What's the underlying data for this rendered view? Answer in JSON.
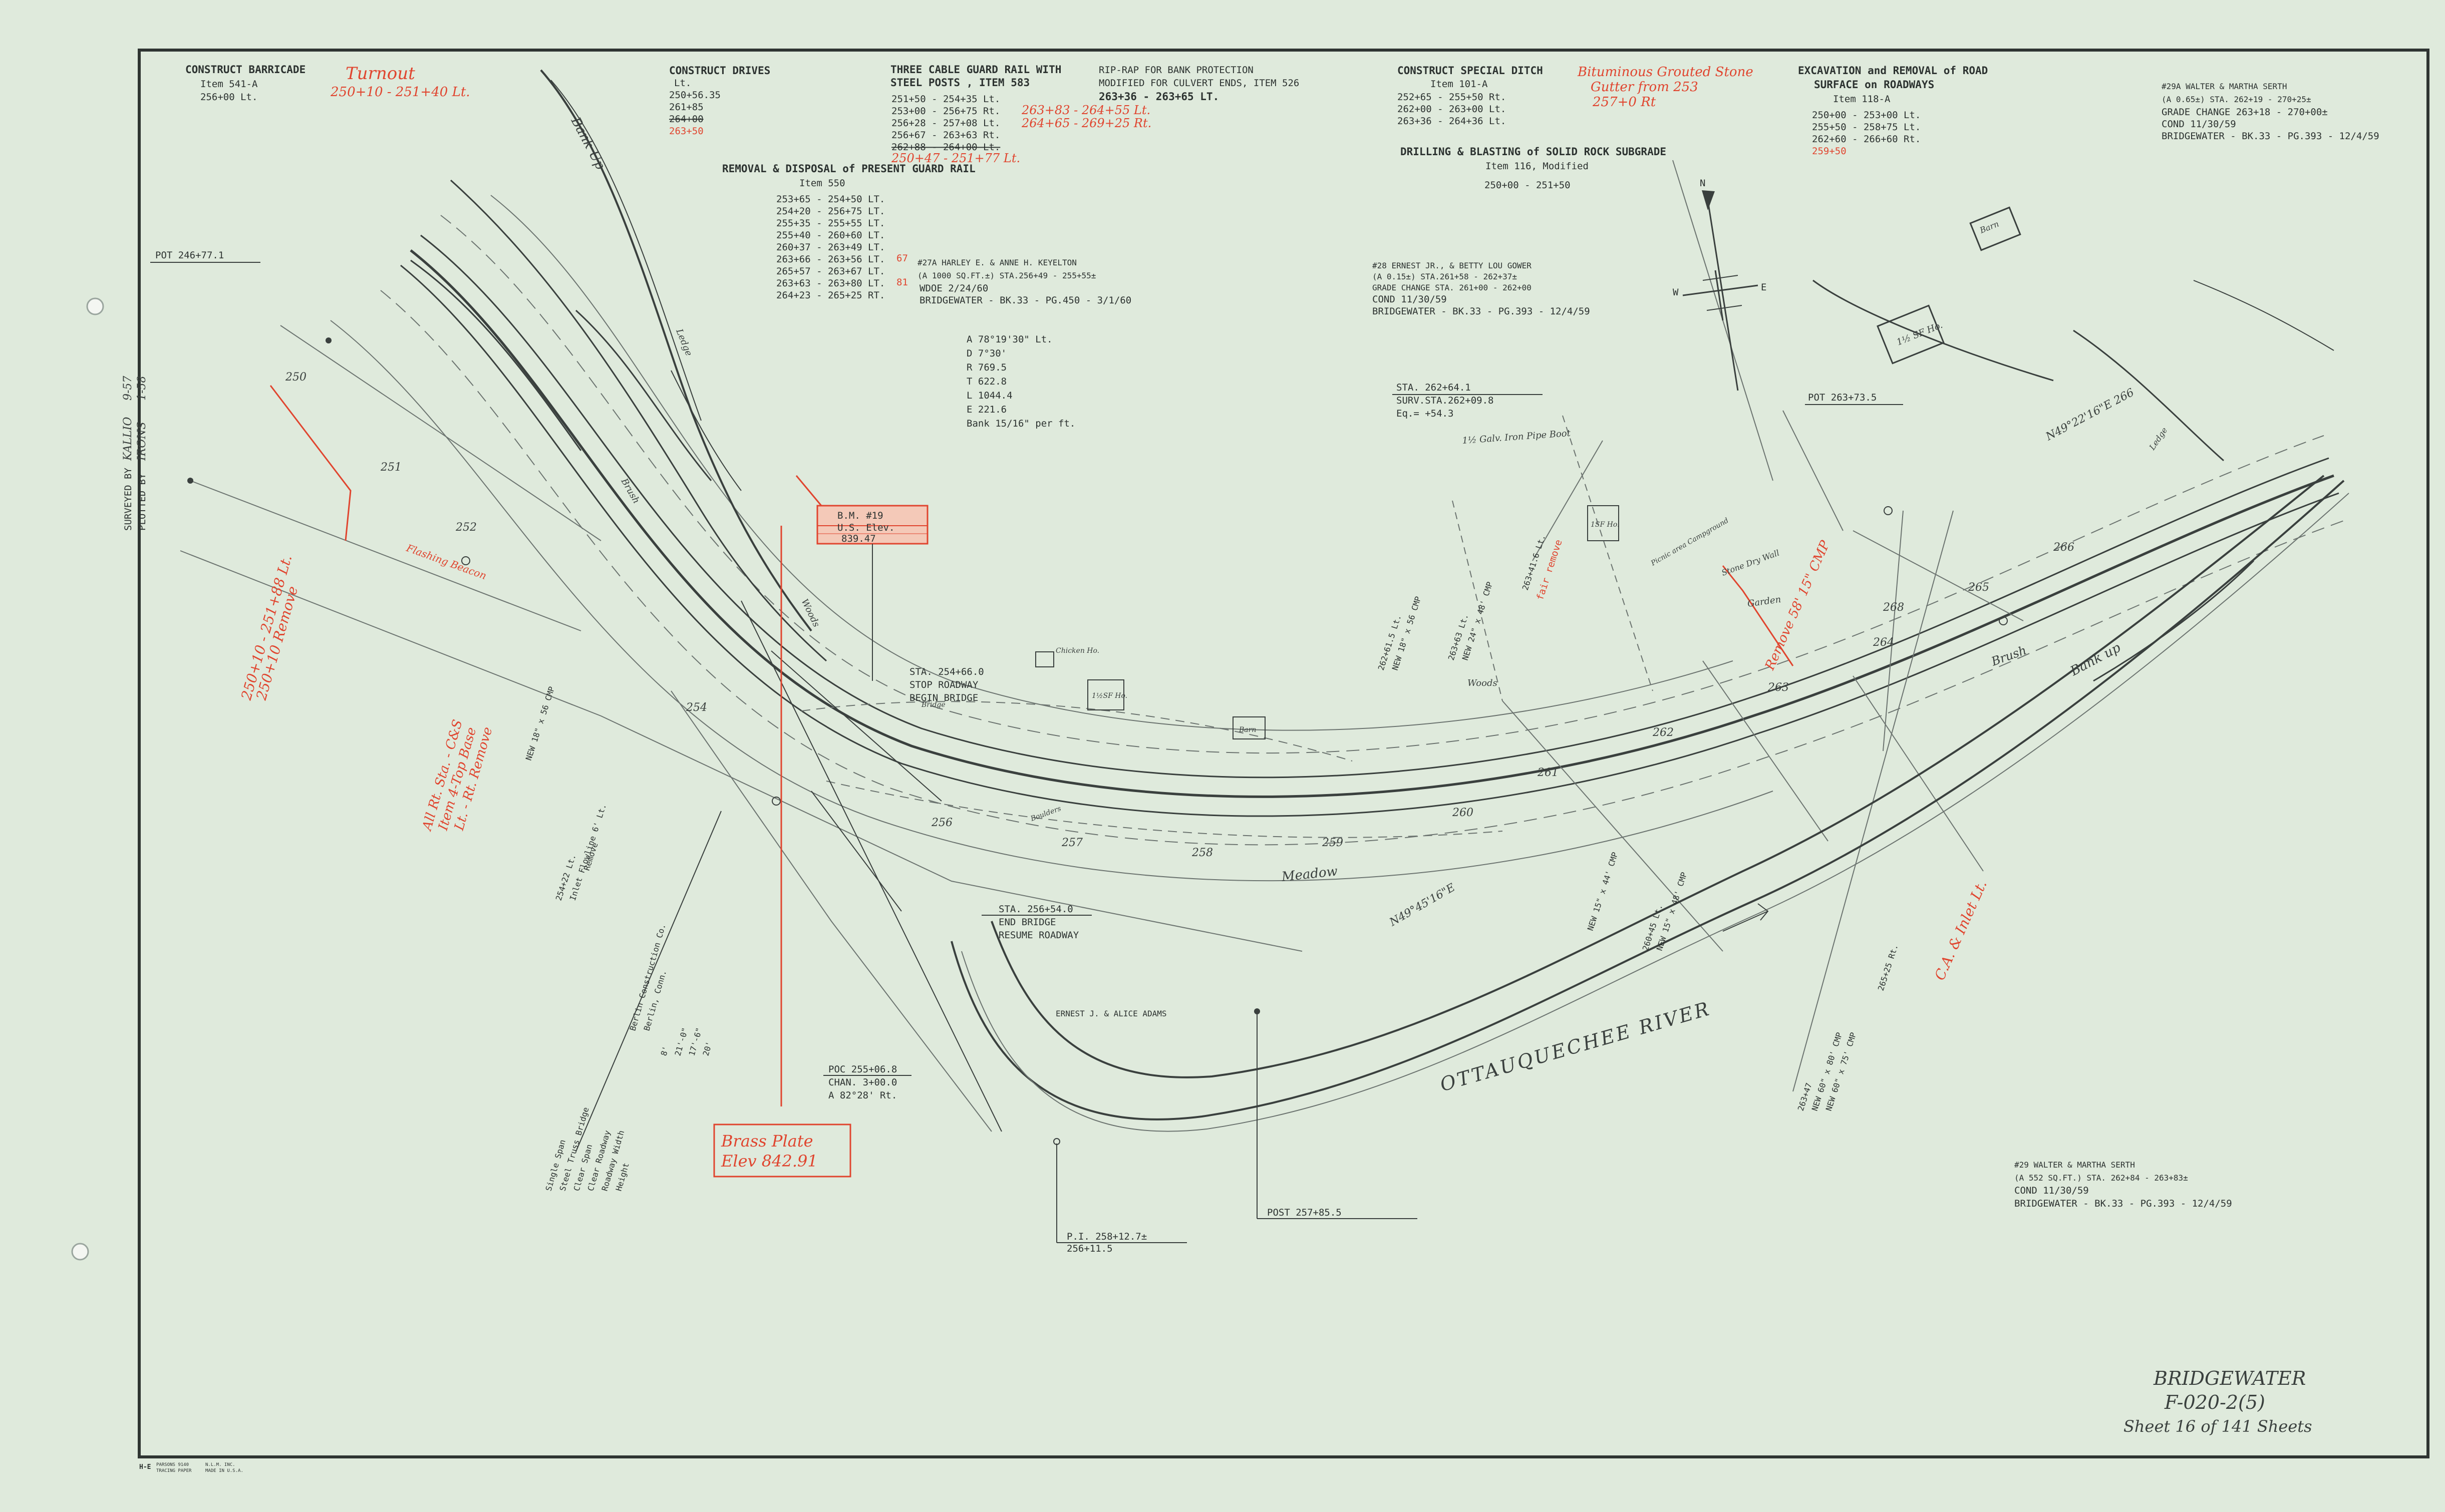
{
  "notes": {
    "barricade": {
      "title": "CONSTRUCT BARRICADE",
      "item": "Item 541-A",
      "station": "256+00 Lt.",
      "turnout_title": "Turnout",
      "turnout_range": "250+10 - 251+40 Lt."
    },
    "drives": {
      "title": "CONSTRUCT DRIVES",
      "side": "Lt.",
      "stations": [
        "250+56.35",
        "261+85",
        "264+00"
      ],
      "added": "263+50"
    },
    "guard_rail": {
      "title": "THREE CABLE GUARD RAIL WITH",
      "title2": "STEEL POSTS , ITEM 583",
      "rows": [
        "251+50 - 254+35 Lt.",
        "253+00 - 256+75 Rt.",
        "256+28 - 257+08 Lt.",
        "256+67 - 263+63 Rt.",
        "262+88 - 264+00 Lt."
      ],
      "red_a": "263+83 - 264+55 Lt.",
      "red_b": "264+65 - 269+25 Rt.",
      "red_c": "250+47 - 251+77 Lt."
    },
    "riprap": {
      "title": "RIP-RAP FOR BANK PROTECTION",
      "line2": "MODIFIED FOR CULVERT ENDS, ITEM 526",
      "range": "263+36 - 263+65 LT."
    },
    "removal": {
      "title": "REMOVAL & DISPOSAL of PRESENT GUARD RAIL",
      "item": "Item 550",
      "rows": [
        "253+65 - 254+50 LT.",
        "254+20 - 256+75 LT.",
        "255+35 - 255+55 LT.",
        "255+40 - 260+60 LT.",
        "260+37 - 263+49 LT.",
        "263+66 - 263+56 LT.",
        "265+57 - 263+67 LT.",
        "263+63 - 263+80 LT.",
        "264+23 - 265+25 RT."
      ],
      "red_1": "67",
      "red_2": "81"
    },
    "ditch": {
      "title": "CONSTRUCT SPECIAL DITCH",
      "item": "Item 101-A",
      "rows": [
        "252+65 - 255+50 Rt.",
        "262+00 - 263+00 Lt.",
        "263+36 - 264+36 Lt."
      ]
    },
    "grouted": {
      "line1": "Bituminous Grouted Stone",
      "line2": "Gutter from 253",
      "line3": "257+0 Rt"
    },
    "excavation": {
      "title": "EXCAVATION and REMOVAL of ROAD",
      "title2": "SURFACE on ROADWAYS",
      "item": "Item 118-A",
      "rows": [
        "250+00 - 253+00 Lt.",
        "255+50 - 258+75 Lt.",
        "262+60 - 266+60 Rt."
      ],
      "added": "259+50"
    },
    "drilling": {
      "title": "DRILLING & BLASTING of SOLID ROCK SUBGRADE",
      "item": "Item 116, Modified",
      "range": "250+00 - 251+50"
    }
  },
  "parcels": {
    "p27a": {
      "owner": "#27A HARLEY E. & ANNE H. KEYELTON",
      "area": "(A 1000 SQ.FT.±) STA.256+49 - 255+55±",
      "wdoe": "WDOE 2/24/60",
      "ref": "BRIDGEWATER - BK.33 - PG.450 - 3/1/60"
    },
    "p28": {
      "owner": "#28 ERNEST JR., & BETTY LOU GOWER",
      "area": "(A 0.15±) STA.261+58 - 262+37±",
      "grade": "GRADE CHANGE STA. 261+00 - 262+00",
      "cond": "COND 11/30/59",
      "ref": "BRIDGEWATER - BK.33 - PG.393 - 12/4/59"
    },
    "p29a": {
      "owner": "#29A WALTER & MARTHA SERTH",
      "area": "(A 0.65±) STA. 262+19 - 270+25±",
      "grade": "GRADE CHANGE 263+18 - 270+00±",
      "cond": "COND 11/30/59",
      "ref": "BRIDGEWATER - BK.33 - PG.393 - 12/4/59"
    },
    "p29": {
      "owner": "#29 WALTER & MARTHA SERTH",
      "area": "(A 552 SQ.FT.) STA. 262+84 - 263+83±",
      "cond": "COND 11/30/59",
      "ref": "BRIDGEWATER - BK.33 - PG.393 - 12/4/59"
    },
    "adams": "ERNEST J. & ALICE ADAMS"
  },
  "curve": {
    "delta": "A 78°19'30\" Lt.",
    "d": "D 7°30'",
    "r": "R 769.5",
    "t": "T 622.8",
    "l": "L 1044.4",
    "e": "E 221.6",
    "bank": "Bank 15/16\" per ft."
  },
  "survey": {
    "surveyed_by_label": "SURVEYED BY",
    "surveyed_by": "KALLIO",
    "surveyed_date": "9-57",
    "plotted_by_label": "PLOTTED BY",
    "plotted_by": "IRONS",
    "plotted_date": "1-58"
  },
  "benchmark": {
    "bm": "B.M. #19",
    "elev_label": "U.S. Elev.",
    "elev": "839.47"
  },
  "brass_plate": {
    "line1": "Brass Plate",
    "line2": "Elev 842.91"
  },
  "callouts": {
    "pot_left": "POT 246+77.1",
    "pot_right": "POT 263+73.5",
    "stop_roadway": {
      "sta": "STA. 254+66.0",
      "l1": "STOP ROADWAY",
      "l2": "BEGIN BRIDGE"
    },
    "end_bridge": {
      "sta": "STA. 256+54.0",
      "l1": "END BRIDGE",
      "l2": "RESUME ROADWAY"
    },
    "poc": {
      "l1": "POC 255+06.8",
      "l2": "CHAN. 3+00.0",
      "l3": "A 82°28' Rt."
    },
    "pi": {
      "l1": "P.I. 258+12.7±",
      "l2": "256+11.5"
    },
    "post": "POST 257+85.5",
    "eq": {
      "l1": "STA. 262+64.1",
      "l2": "SURV.STA.262+09.8",
      "l3": "Eq.= +54.3"
    }
  },
  "map_labels": {
    "bank_up_top": "Bank Up",
    "bank_up_right": "Bank up",
    "river": "OTTAUQUECHEE RIVER",
    "meadow": "Meadow",
    "pipe": "1½ Galv. Iron Pipe Boot",
    "woods_1": "Woods",
    "woods_2": "Woods",
    "brush_1": "Brush",
    "brush_2": "Brush",
    "chicken_ho": "Chicken Ho.",
    "barn_1": "Barn",
    "barn_2": "Barn",
    "house_stf": "1½ SF Ho.",
    "small_stf": "1½SF Ho.",
    "stf": "1SF Ho.",
    "garden": "Garden",
    "stone_wall": "Stone Dry Wall",
    "campground": "Picnic area Campground",
    "ledge_1": "Ledge",
    "ledge_2": "Ledge",
    "boulders": "Boulders",
    "flashing_beacon": "Flashing Beacon",
    "bearing": "N49°45'16\"E",
    "bearing_right": "N49°22'16\"E 266",
    "bridge_company": "Berlin Construction Co.",
    "bridge_city": "Berlin, Conn.",
    "bridge_specs": [
      "Single Span",
      "Steel Truss Bridge",
      "Clear Span",
      "Clear Roadway",
      "Roadway Width",
      "Height"
    ],
    "dims": [
      "8'",
      "21'-0\"",
      "17'-6\"",
      "20'"
    ],
    "north": "N",
    "west": "W",
    "east": "E",
    "stations": [
      "250",
      "251",
      "252",
      "254",
      "256",
      "257",
      "258",
      "259",
      "260",
      "261",
      "262",
      "263",
      "264",
      "265",
      "266",
      "268"
    ],
    "cmp_1": "NEW 18\" x 56 CMP",
    "cmp_2": "NEW 24\" x 48' CMP",
    "cmp_3": "NEW 15\" x 48' CMP",
    "cmp_4": "NEW 15\" x 44' CMP",
    "cmp_5": "NEW 18\" x 56 CMP",
    "cmp_6": "NEW 60\" x 80' CMP",
    "cmp_7": "NEW 60\" x 75' CMP",
    "cmp_sta_1": "262+61.5 Lt.",
    "cmp_sta_2": "263+63 Lt.",
    "cmp_sta_3": "263+41.6 Lt.",
    "cmp_sta_4": "260+45 Lt.",
    "cmp_sta_5": "254+22 Lt.",
    "cmp_sta_6": "265+25 Rt.",
    "cmp_sta_7": "263+47",
    "inlet": "Inlet Flowline 6' Lt.",
    "remove": "Remove",
    "red_rt_1": "250+10 - 251+88 Lt.",
    "red_rt_2": "All Rt. Sta. - C&S",
    "red_rt_3": "Item 4-Top Base",
    "red_rt_4": "250+10 Remove",
    "red_rt_5": "Remove 58' 15\" CMP",
    "red_rt_6": "Lt. - Rt. Remove",
    "red_rt_7": "C.A. & Inlet Lt.",
    "fair_remove": "fair remove",
    "bridge": "Bridge"
  },
  "title_block": {
    "town": "BRIDGEWATER",
    "project": "F-020-2(5)",
    "sheet": "Sheet 16 of 141 Sheets"
  },
  "imprint": {
    "mark": "H-E",
    "l1": "PARSONS 9140",
    "l2": "TRACING PAPER",
    "l3": "N.L.M. INC.",
    "l4": "MADE IN U.S.A."
  }
}
